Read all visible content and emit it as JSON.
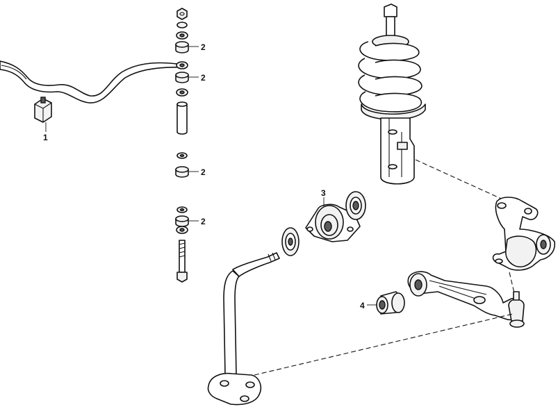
{
  "callouts": {
    "stabilizer_bushing": "1",
    "link_bushing_a": "2",
    "link_bushing_b": "2",
    "link_bushing_c": "2",
    "link_bushing_d": "2",
    "control_arm_front_bushing": "3",
    "control_arm_rear_bushing": "4"
  }
}
